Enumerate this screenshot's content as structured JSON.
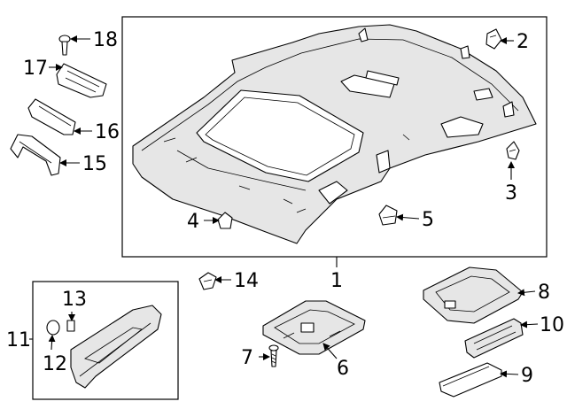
{
  "callouts": {
    "c1": "1",
    "c2": "2",
    "c3": "3",
    "c4": "4",
    "c5": "5",
    "c6": "6",
    "c7": "7",
    "c8": "8",
    "c9": "9",
    "c10": "10",
    "c11": "11",
    "c12": "12",
    "c13": "13",
    "c14": "14",
    "c15": "15",
    "c16": "16",
    "c17": "17",
    "c18": "18"
  },
  "colors": {
    "line": "#000000",
    "fill": "#ffffff",
    "shade": "#e6e6e6"
  }
}
